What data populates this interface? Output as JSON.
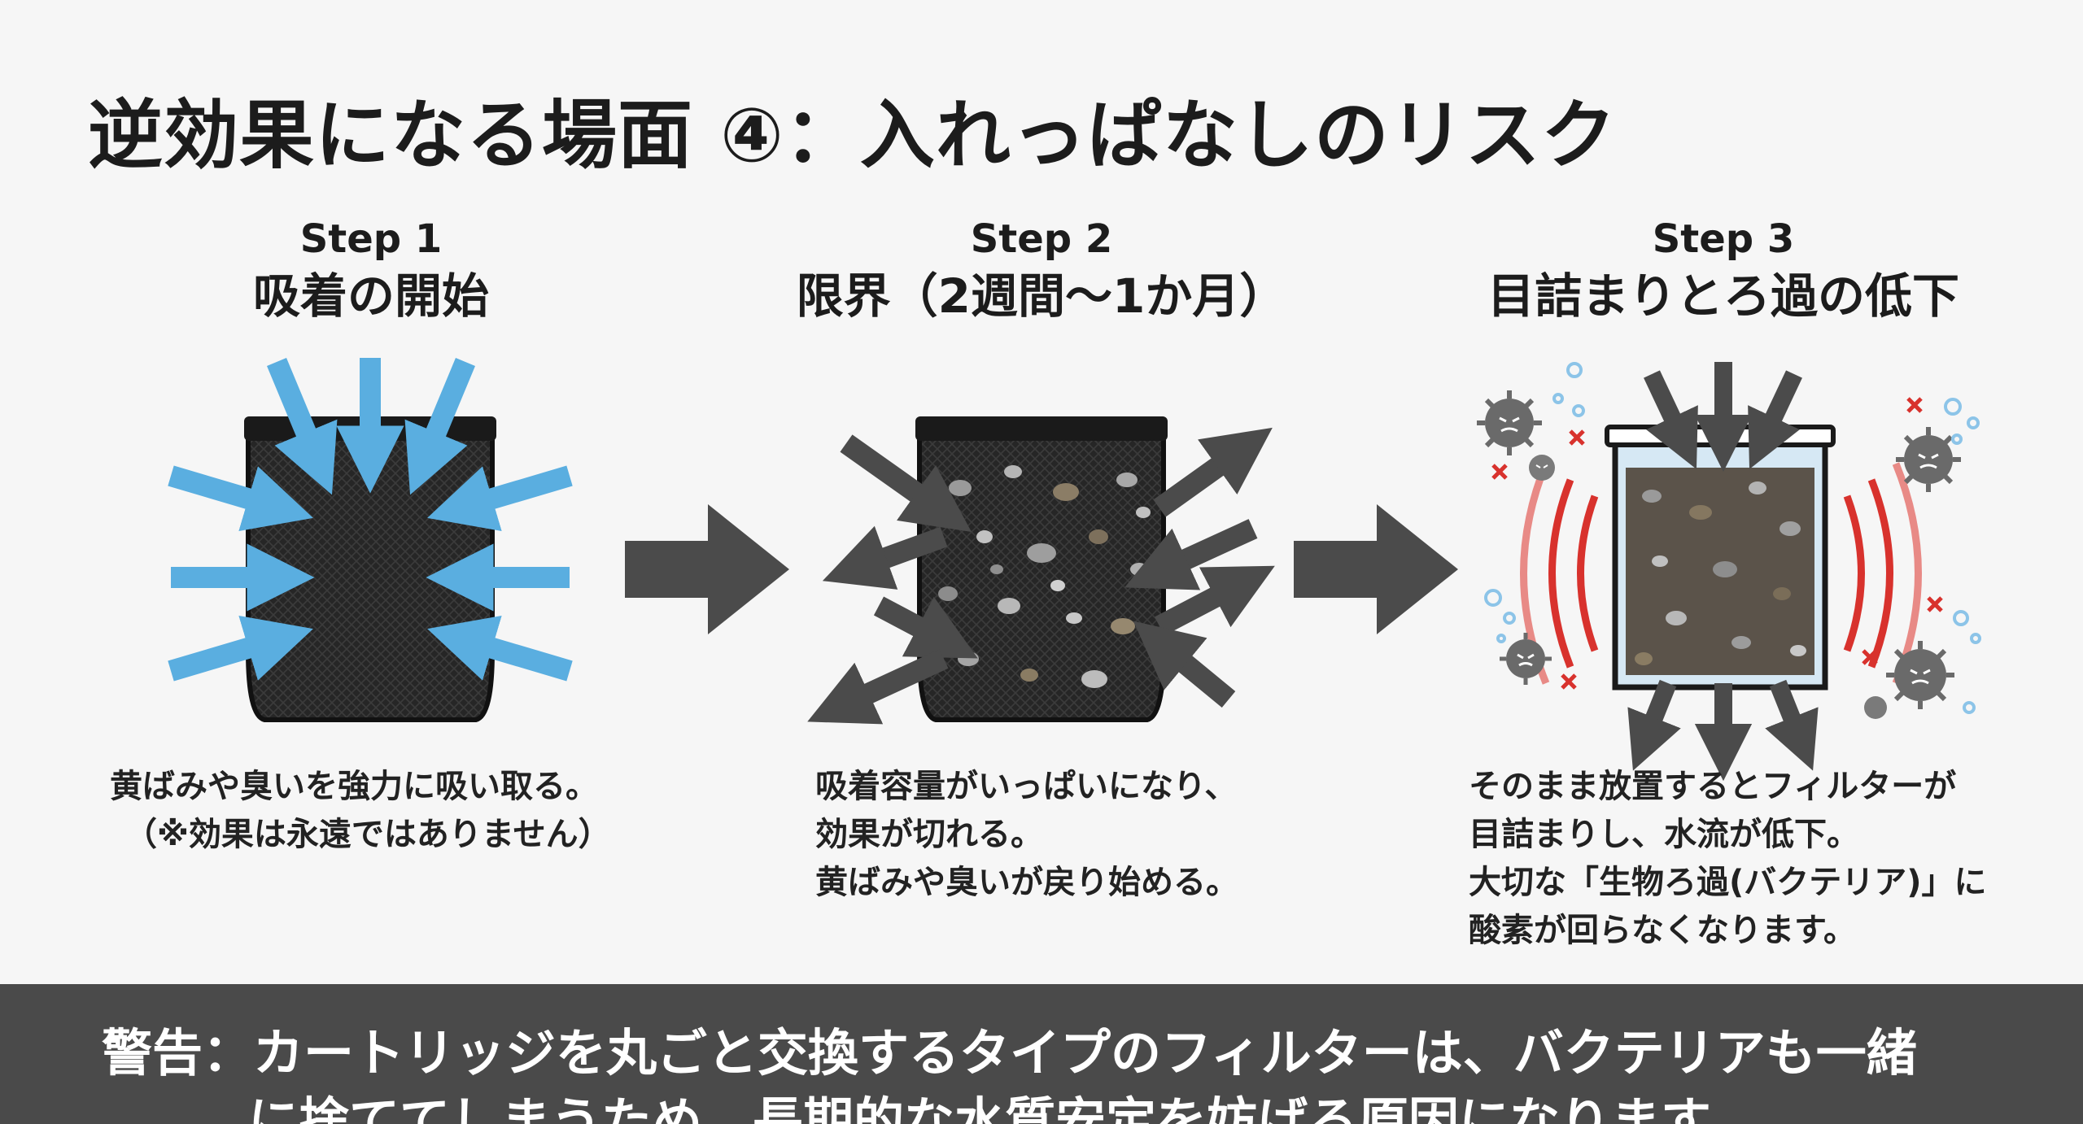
{
  "title": "逆効果になる場面 ④：入れっぱなしのリスク",
  "steps": [
    {
      "label": "Step 1",
      "title": "吸着の開始",
      "description": [
        "黄ばみや臭いを強力に吸い取る。",
        "（※効果は永遠ではありません）"
      ]
    },
    {
      "label": "Step 2",
      "title": "限界（2週間〜1か月）",
      "description": [
        "吸着容量がいっぱいになり、",
        "効果が切れる。",
        "黄ばみや臭いが戻り始める。"
      ]
    },
    {
      "label": "Step 3",
      "title": "目詰まりとろ過の低下",
      "description": [
        "そのまま放置するとフィルターが",
        "目詰まりし、水流が低下。",
        "大切な「生物ろ過(バクテリア)」に",
        "酸素が回らなくなります。"
      ]
    }
  ],
  "warning": {
    "line1": "警告：カートリッジを丸ごと交換するタイプのフィルターは、バクテリアも一緒",
    "line2": "に捨ててしまうため、長期的な水質安定を妨げる原因になります。"
  },
  "colors": {
    "inflow_arrow": "#5aaee0",
    "dark_arrow": "#4b4b4b",
    "bag": "#1d1d1d",
    "warning_bg": "#4a4a4a",
    "vibration": "#d8322d",
    "cross_mark": "#d8322d"
  }
}
